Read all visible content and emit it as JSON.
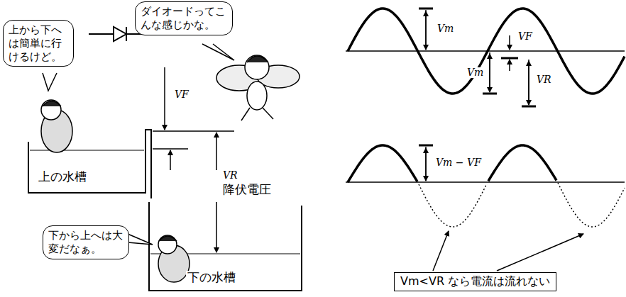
{
  "diagram": {
    "nodes": [
      {
        "text": [
          "上から下へは簡単に行けるけど。"
        ]
      },
      {
        "text": [
          "ダイオードってこんな感じかな。"
        ]
      },
      {
        "text": [
          "下から上へは大変だなぁ。"
        ]
      },
      {
        "text": [
          "Vm<VR なら電流は流れない"
        ]
      }
    ],
    "labels": [
      "上の水槽",
      "下の水槽",
      "VF",
      "VR",
      "降伏電圧",
      "Vm",
      "VF",
      "Vm",
      "VR",
      "Vm − VF"
    ]
  }
}
